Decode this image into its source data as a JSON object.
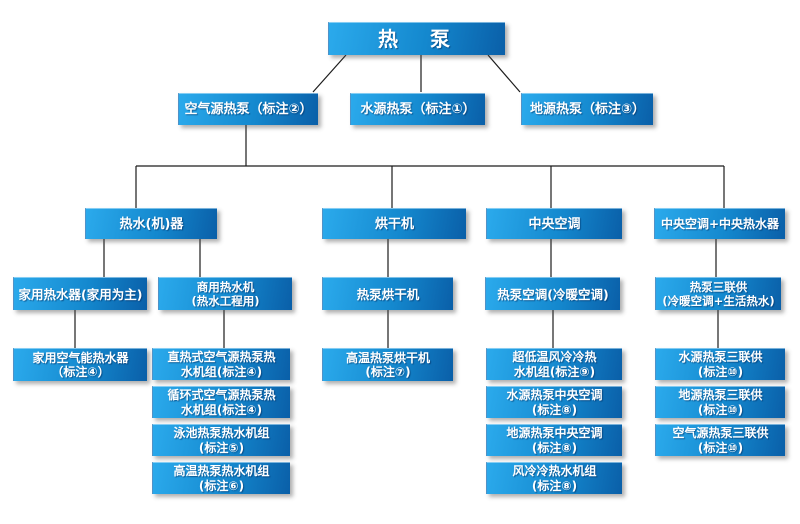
{
  "diagram_title": "热　泵",
  "colors": {
    "box_gradient_start": "#2BAAEC",
    "box_gradient_end": "#0A5FA8",
    "connector_line": "#1c1c1c",
    "text": "#ffffff",
    "background": "#ffffff"
  },
  "nodes": {
    "root": "热　泵",
    "air_source": "空气源热泵（标注②）",
    "water_source": "水源热泵（标注①）",
    "ground_source": "地源热泵（标注③）",
    "water_heater": "热水(机)器",
    "dryer": "烘干机",
    "central_ac": "中央空调",
    "central_ac_plus": "中央空调+中央热水器",
    "domestic_wh": "家用热水器(家用为主)",
    "commercial_wh": "商用热水机\n(热水工程用)",
    "hp_dryer": "热泵烘干机",
    "hp_ac": "热泵空调(冷暖空调)",
    "triple_supply": "热泵三联供\n(冷暖空调+生活热水)",
    "domestic_air_wh": "家用空气能热水器\n（标注④）",
    "direct_unit": "直热式空气源热泵热\n水机组(标注④)",
    "circulating_unit": "循环式空气源热泵热\n水机组(标注④)",
    "pool_unit": "泳池热泵热水机组\n(标注⑤)",
    "high_temp_unit": "高温热泵热水机组\n(标注⑥)",
    "high_temp_dryer": "高温热泵烘干机\n(标注⑦)",
    "ultra_low_unit": "超低温风冷冷热\n水机组(标注⑨)",
    "ws_central_ac": "水源热泵中央空调\n(标注⑧)",
    "gs_central_ac": "地源热泵中央空调\n(标注⑧)",
    "air_cooled_unit": "风冷冷热水机组\n(标注⑧)",
    "ws_triple": "水源热泵三联供\n(标注⑩)",
    "gs_triple": "地源热泵三联供\n(标注⑩)",
    "as_triple": "空气源热泵三联供\n(标注⑩)"
  }
}
